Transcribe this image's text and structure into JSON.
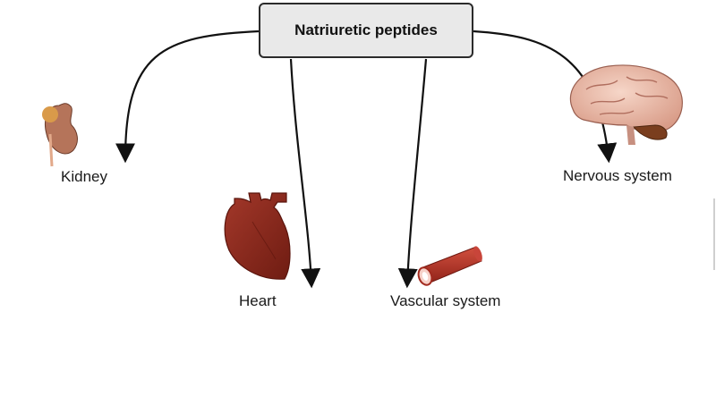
{
  "center": {
    "label": "Natriuretic peptides"
  },
  "targets": {
    "kidney": "Kidney",
    "heart": "Heart",
    "vascular": "Vascular system",
    "nervous": "Nervous system"
  },
  "colors": {
    "arrow": "#111111",
    "box_fill": "#e9e9e9",
    "heart": "#8e2a1e",
    "vessel": "#b43428",
    "brain": "#e8b8a8",
    "kidney": "#b5745a"
  },
  "icons": [
    "kidney-icon",
    "heart-icon",
    "blood-vessel-icon",
    "brain-icon"
  ]
}
